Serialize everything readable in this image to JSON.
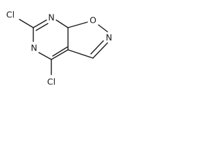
{
  "molecule": {
    "atoms": {
      "cl_top": "Cl",
      "cl_bottom": "Cl",
      "n_top": "N",
      "n_left": "N",
      "o_ring": "O",
      "n_right": "N"
    },
    "colors": {
      "bond": "#1a1a1a",
      "label": "#1a1a1a",
      "background": "#ffffff"
    }
  }
}
